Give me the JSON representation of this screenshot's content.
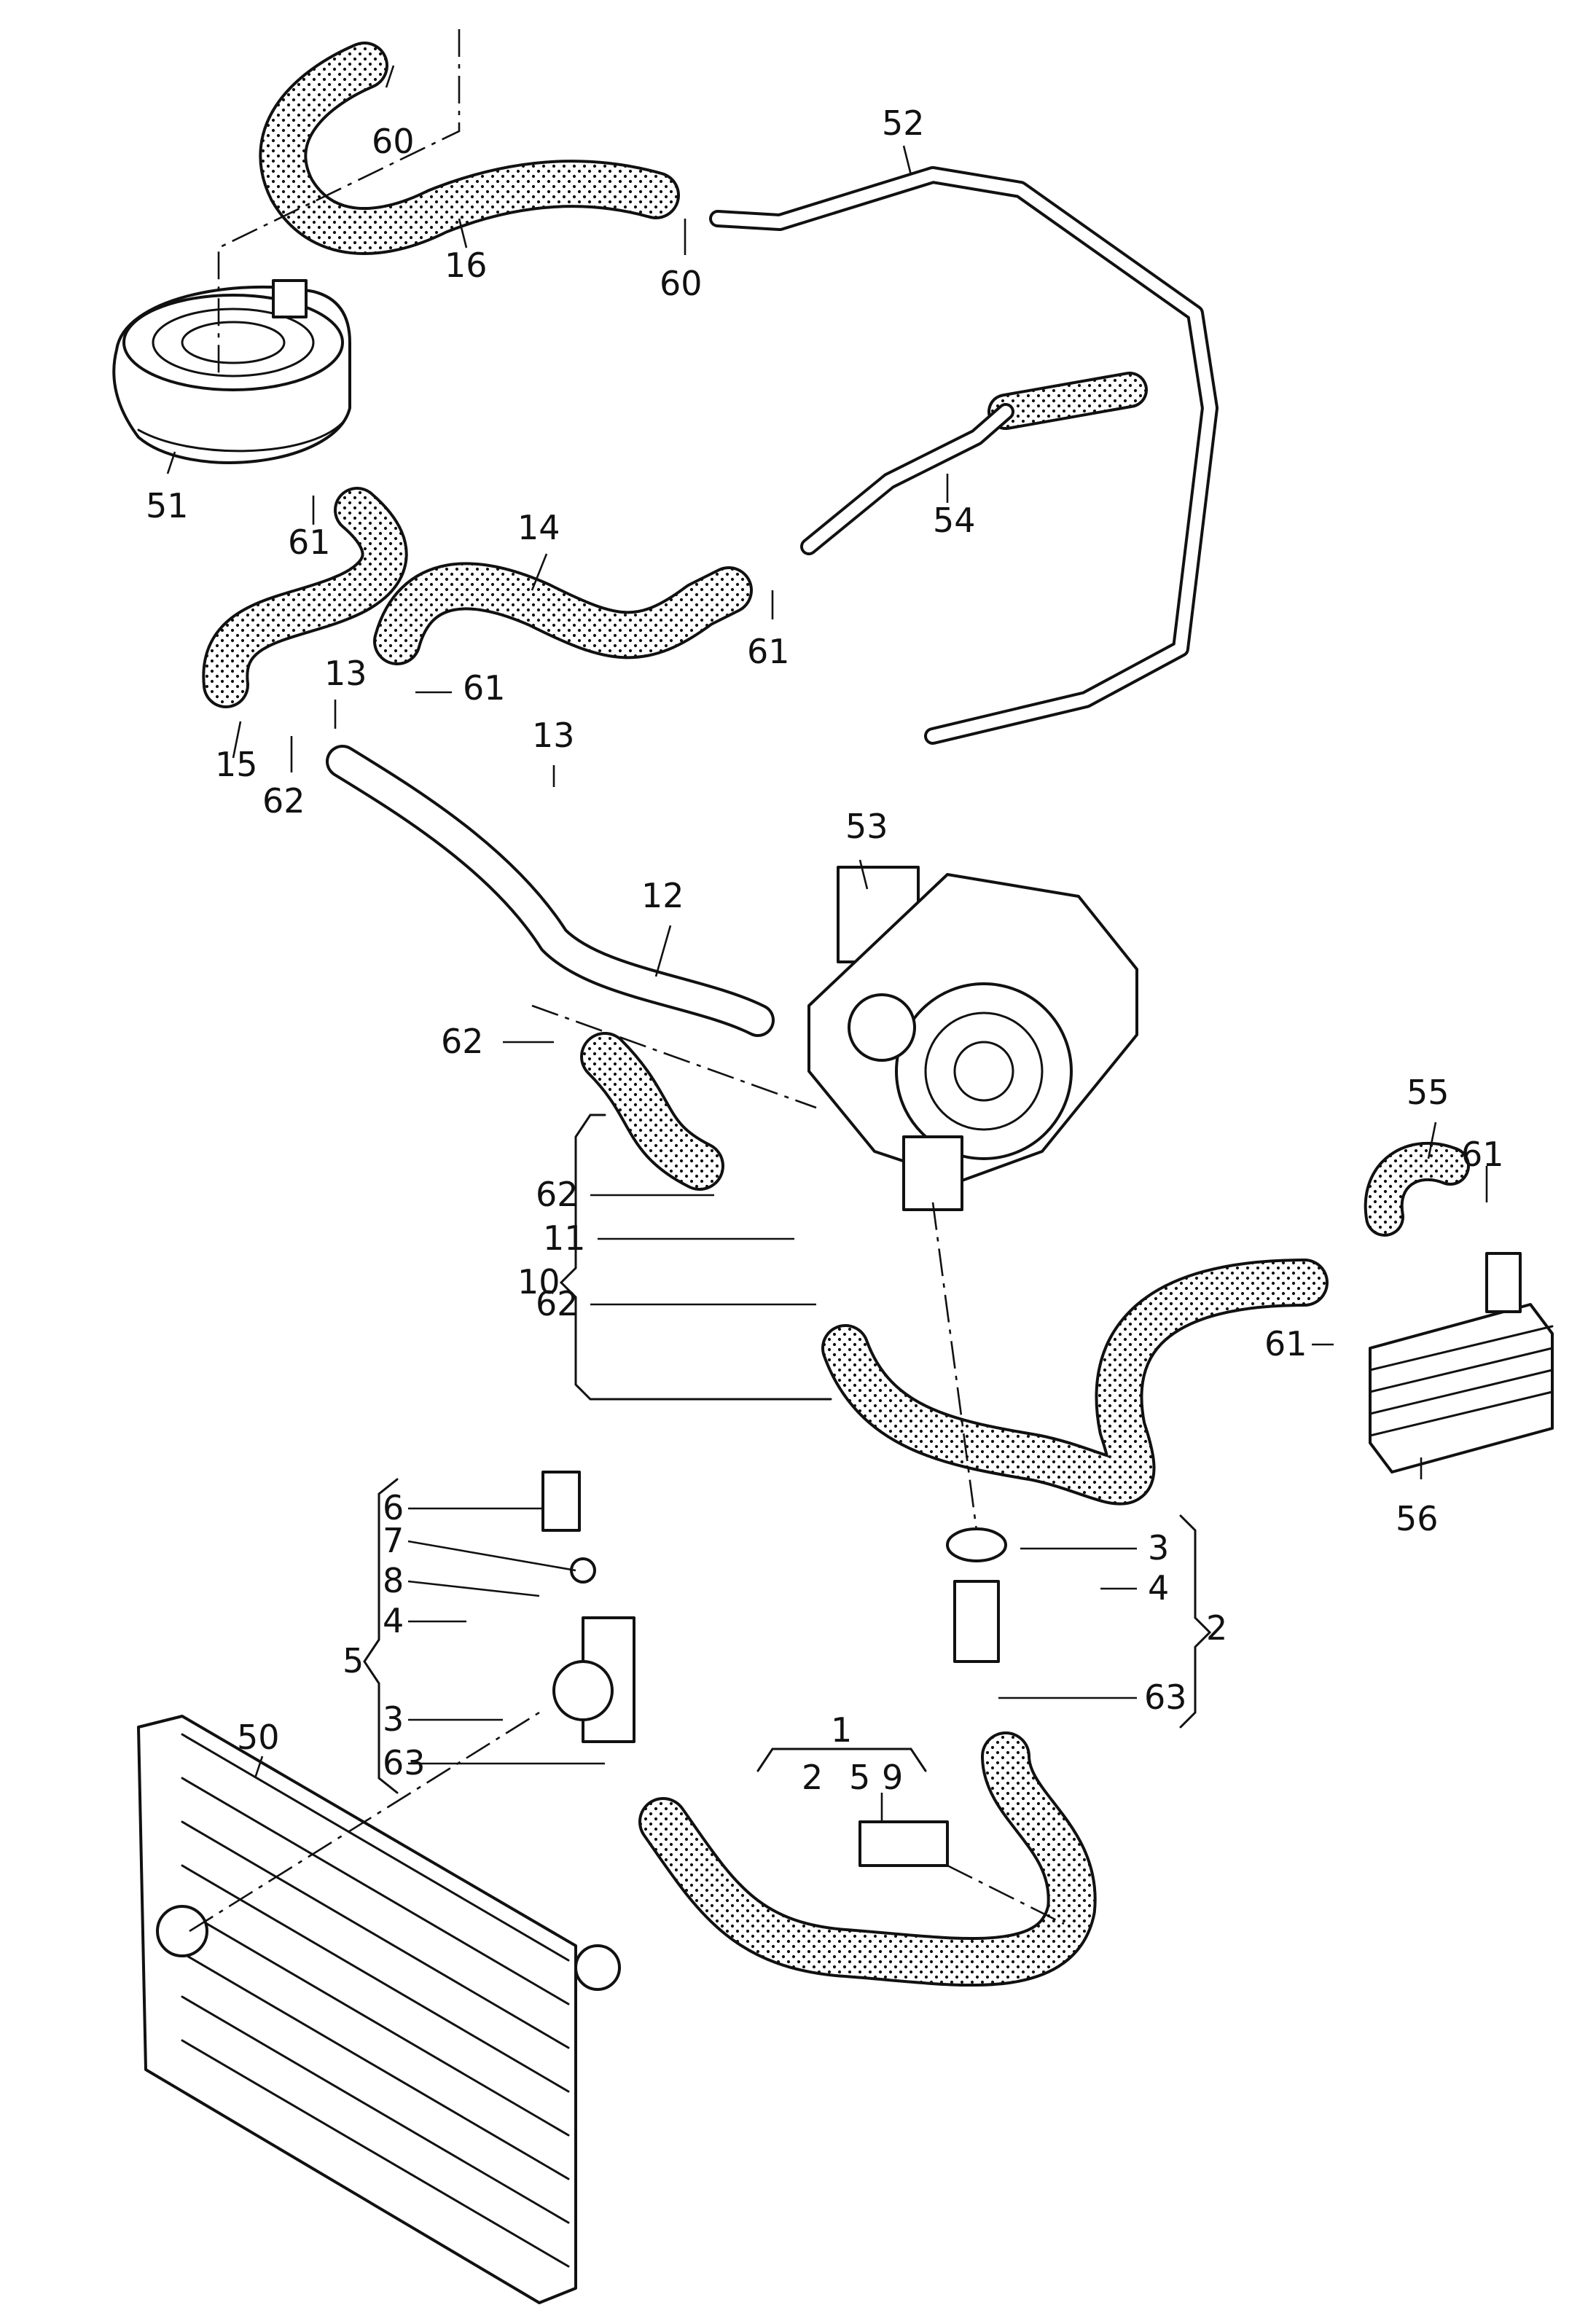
{
  "colors": {
    "ink": "#111111",
    "paper": "#ffffff"
  },
  "callouts": [
    {
      "id": "c60a",
      "text": "60"
    },
    {
      "id": "c52",
      "text": "52"
    },
    {
      "id": "c16",
      "text": "16"
    },
    {
      "id": "c60b",
      "text": "60"
    },
    {
      "id": "c51",
      "text": "51"
    },
    {
      "id": "c61a",
      "text": "61"
    },
    {
      "id": "c14",
      "text": "14"
    },
    {
      "id": "c54",
      "text": "54"
    },
    {
      "id": "c61b",
      "text": "61"
    },
    {
      "id": "c13a",
      "text": "13"
    },
    {
      "id": "c61c",
      "text": "61"
    },
    {
      "id": "c15",
      "text": "15"
    },
    {
      "id": "c62a",
      "text": "62"
    },
    {
      "id": "c13b",
      "text": "13"
    },
    {
      "id": "c53",
      "text": "53"
    },
    {
      "id": "c12",
      "text": "12"
    },
    {
      "id": "c62b",
      "text": "62"
    },
    {
      "id": "c55",
      "text": "55"
    },
    {
      "id": "c61d",
      "text": "61"
    },
    {
      "id": "c62c",
      "text": "62"
    },
    {
      "id": "c11",
      "text": "11"
    },
    {
      "id": "c10",
      "text": "10"
    },
    {
      "id": "c62d",
      "text": "62"
    },
    {
      "id": "c61e",
      "text": "61"
    },
    {
      "id": "c56",
      "text": "56"
    },
    {
      "id": "c6",
      "text": "6"
    },
    {
      "id": "c7",
      "text": "7"
    },
    {
      "id": "c8",
      "text": "8"
    },
    {
      "id": "c4a",
      "text": "4"
    },
    {
      "id": "c5a",
      "text": "5"
    },
    {
      "id": "c3a",
      "text": "3"
    },
    {
      "id": "c63a",
      "text": "63"
    },
    {
      "id": "c50",
      "text": "50"
    },
    {
      "id": "c3b",
      "text": "3"
    },
    {
      "id": "c4b",
      "text": "4"
    },
    {
      "id": "c2a",
      "text": "2"
    },
    {
      "id": "c63b",
      "text": "63"
    },
    {
      "id": "c1",
      "text": "1"
    },
    {
      "id": "c2b",
      "text": "2"
    },
    {
      "id": "c5b",
      "text": "5"
    },
    {
      "id": "c9",
      "text": "9"
    }
  ]
}
